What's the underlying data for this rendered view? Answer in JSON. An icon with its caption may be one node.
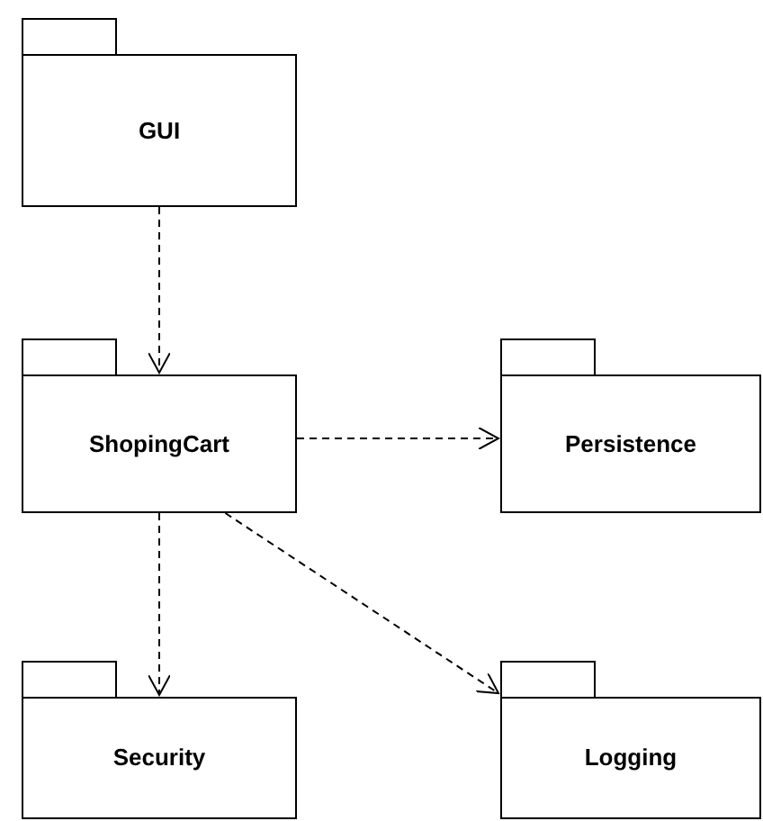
{
  "diagram": {
    "nodes": [
      {
        "text": [
          "GUI"
        ]
      },
      {
        "text": [
          "ShopingCart"
        ]
      },
      {
        "text": [
          "Persistence"
        ]
      },
      {
        "text": [
          "Security"
        ]
      },
      {
        "text": [
          "Logging"
        ]
      }
    ],
    "edges": [
      {
        "from": 0,
        "to": 1,
        "arrow": "to",
        "style": "dashed"
      },
      {
        "from": 1,
        "to": 2,
        "arrow": "to",
        "style": "dashed"
      },
      {
        "from": 1,
        "to": 3,
        "arrow": "to",
        "style": "dashed"
      },
      {
        "from": 1,
        "to": 4,
        "arrow": "to",
        "style": "dashed"
      }
    ]
  }
}
